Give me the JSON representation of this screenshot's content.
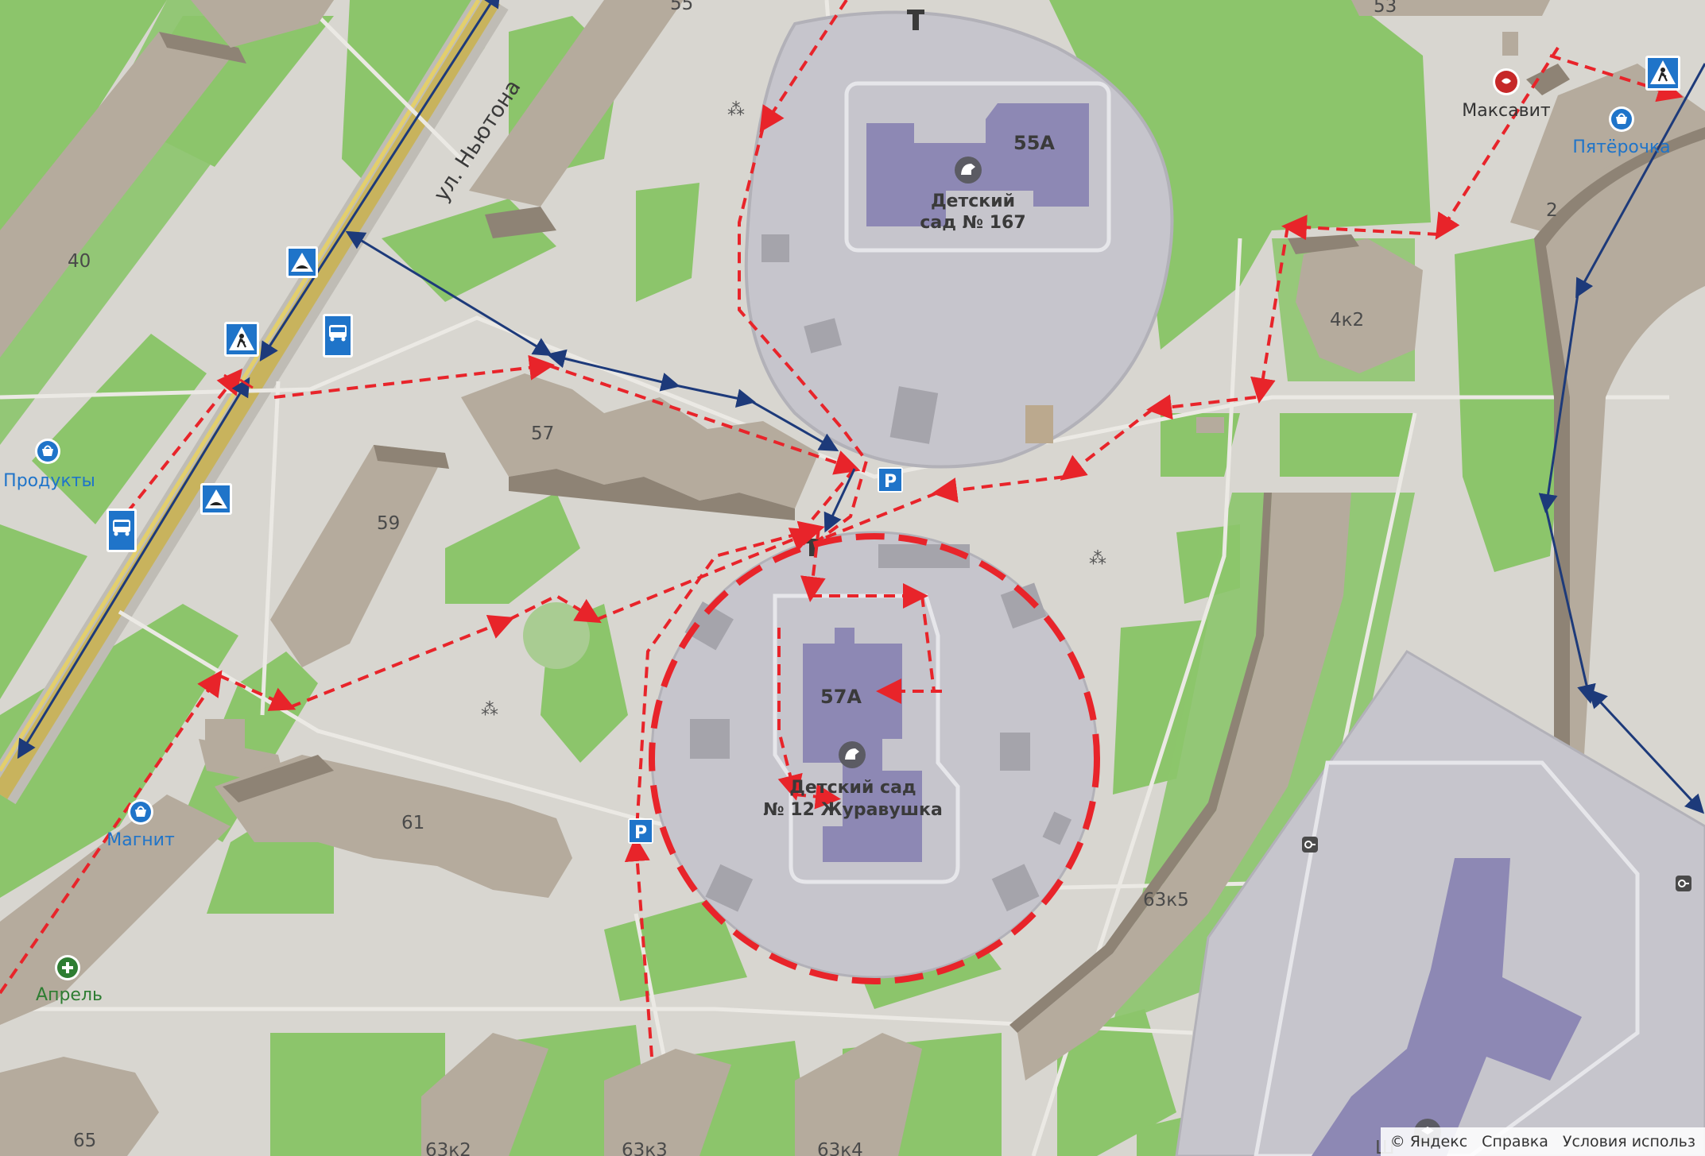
{
  "map": {
    "street_label": "ул. Ньютона",
    "kindergartens": [
      {
        "number": "55А",
        "name_line1": "Детский",
        "name_line2": "сад № 167"
      },
      {
        "number": "57А",
        "name_line1": "Детский сад",
        "name_line2": "№ 12 Журавушка"
      }
    ],
    "buildings": [
      "40",
      "57",
      "59",
      "61",
      "65",
      "63к2",
      "63к3",
      "63к4",
      "63к5",
      "4к2",
      "2",
      "53",
      "55",
      "Ш"
    ],
    "pois": {
      "produkty": "Продукты",
      "magnit": "Магнит",
      "aprel": "Апрель",
      "maksavit": "Максавит",
      "pyaterochka": "Пятёрочка"
    },
    "parking_label": "P"
  },
  "footer": {
    "copyright": "© Яндекс",
    "help": "Справка",
    "terms": "Условия использ"
  },
  "colors": {
    "route_red": "#e8242a",
    "route_blue": "#1d3a7a",
    "grass": "#8cc56b",
    "road": "#d8d6d0",
    "kindergarten_fill": "#c6c5cc",
    "building_purple": "#8d88b4",
    "street_main": "#c8b35d"
  }
}
